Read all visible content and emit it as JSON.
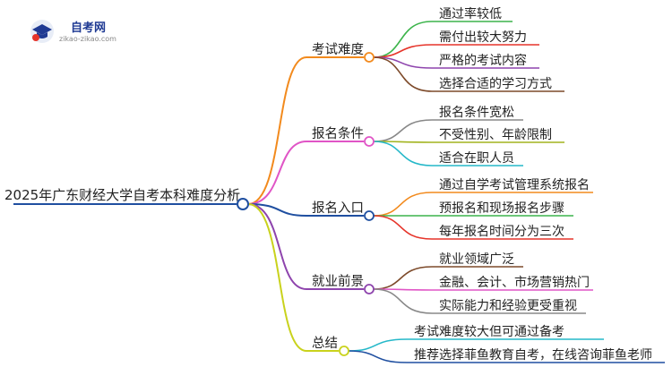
{
  "logo": {
    "title": "自考网",
    "subtitle": "zikao-zikao.com"
  },
  "root": {
    "label": "2025年广东财经大学自考本科难度分析"
  },
  "branches": [
    {
      "label": "考试难度",
      "color": "#f28a1d",
      "leaves": [
        {
          "label": "通过率较低",
          "color": "#3cb44b"
        },
        {
          "label": "需付出较大努力",
          "color": "#e6342a"
        },
        {
          "label": "严格的考试内容",
          "color": "#8e44ad"
        },
        {
          "label": "选择合适的学习方式",
          "color": "#7d4a2a"
        }
      ]
    },
    {
      "label": "报名条件",
      "color": "#e055c6",
      "leaves": [
        {
          "label": "报名条件宽松",
          "color": "#888888"
        },
        {
          "label": "不受性别、年龄限制",
          "color": "#a2b41f"
        },
        {
          "label": "适合在职人员",
          "color": "#25b8c9"
        }
      ]
    },
    {
      "label": "报名入口",
      "color": "#1f4fa0",
      "leaves": [
        {
          "label": "通过自学考试管理系统报名",
          "color": "#f28a1d"
        },
        {
          "label": "预报名和现场报名步骤",
          "color": "#3cb44b"
        },
        {
          "label": "每年报名时间分为三次",
          "color": "#e6342a"
        }
      ]
    },
    {
      "label": "就业前景",
      "color": "#8e44ad",
      "leaves": [
        {
          "label": "就业领域广泛",
          "color": "#7d4a2a"
        },
        {
          "label": "金融、会计、市场营销热门",
          "color": "#e055c6"
        },
        {
          "label": "实际能力和经验更受重视",
          "color": "#888888"
        }
      ]
    },
    {
      "label": "总结",
      "color": "#c9d21c",
      "leaves": [
        {
          "label": "考试难度较大但可通过备考",
          "color": "#25b8c9"
        },
        {
          "label": "推荐选择菲鱼教育自考，在线咨询菲鱼老师",
          "color": "#1f4fa0"
        }
      ]
    }
  ]
}
